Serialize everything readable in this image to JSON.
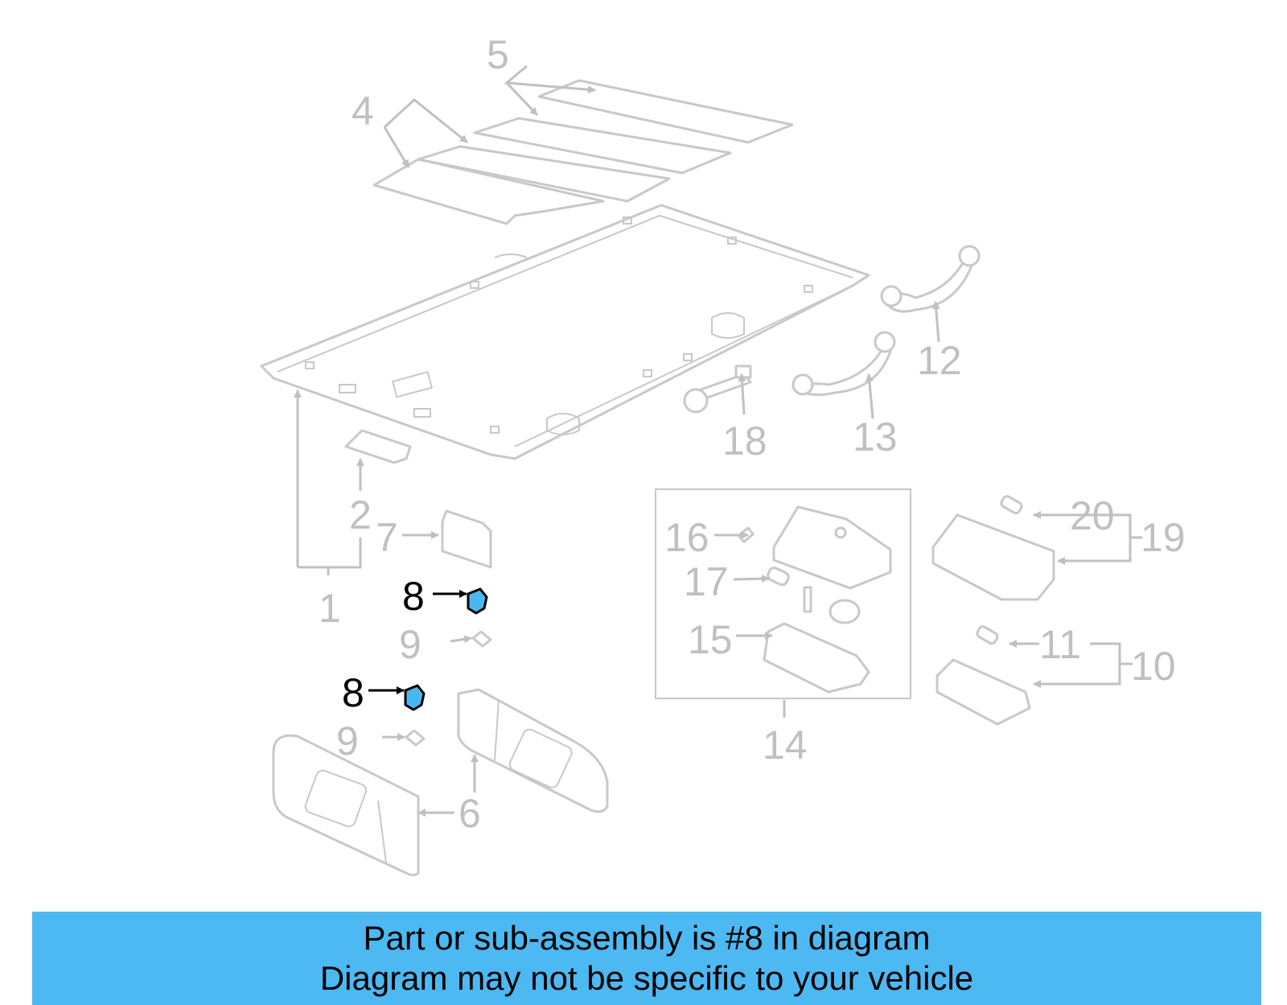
{
  "diagram": {
    "callouts": {
      "c1": "1",
      "c2": "2",
      "c4": "4",
      "c5": "5",
      "c6": "6",
      "c7": "7",
      "c8a": "8",
      "c8b": "8",
      "c9a": "9",
      "c9b": "9",
      "c10": "10",
      "c11": "11",
      "c12": "12",
      "c13": "13",
      "c14": "14",
      "c15": "15",
      "c16": "16",
      "c17": "17",
      "c18": "18",
      "c19": "19",
      "c20": "20"
    },
    "highlight_color": "#4ab8f0",
    "muted_color": "#c0c0c0"
  },
  "banner": {
    "line1": "Part or sub-assembly is #8 in diagram",
    "line2": "Diagram may not be specific to your vehicle",
    "background": "#4cb9f3"
  }
}
